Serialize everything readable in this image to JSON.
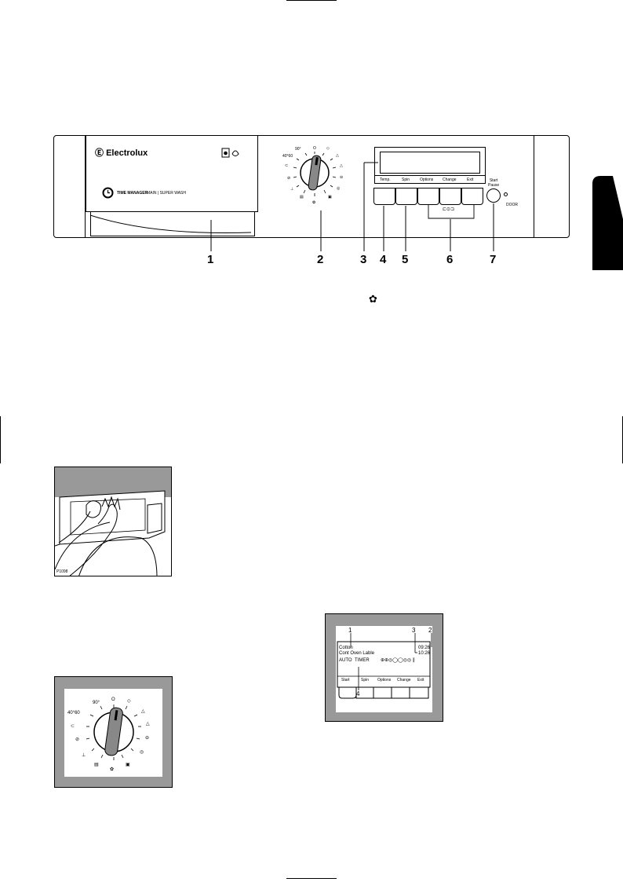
{
  "panel": {
    "brand": "Electrolux",
    "program_text": "TIME MANAGER",
    "program_text2": "MAIN | SUPER WASH",
    "buttons": [
      "Temp.",
      "Spin",
      "Options",
      "Change",
      "Exit"
    ],
    "start_pause": "Start\nPause",
    "small_right_label": "DOOR",
    "callouts": [
      "1",
      "2",
      "3",
      "4",
      "5",
      "6",
      "7"
    ]
  },
  "figures": {
    "hand_label": "P1098",
    "display_callouts": [
      "1",
      "3",
      "2",
      "4"
    ],
    "display_lines": [
      "Cotton",
      "Cont Oven Lable",
      "AUTO",
      "TIMER",
      "09:26",
      "10:26",
      "Start",
      "Spin",
      "Options",
      "Change",
      "Exit"
    ]
  },
  "icons": {
    "flower_symbol": "✿"
  }
}
